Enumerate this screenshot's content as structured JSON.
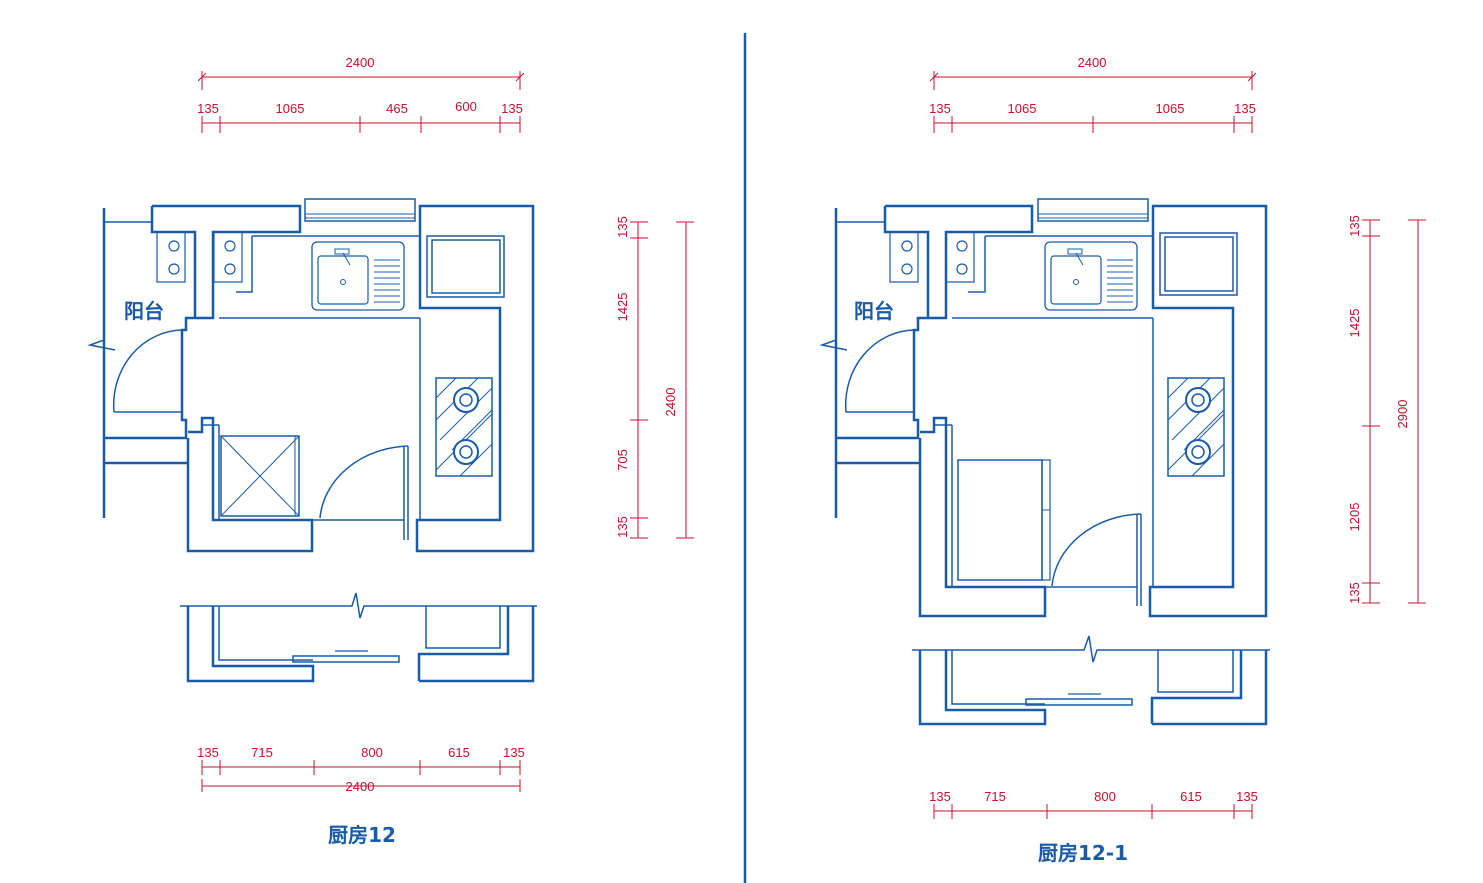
{
  "plans": [
    {
      "title": "厨房12",
      "balcony_label": "阳台",
      "top_total": "2400",
      "top_segments": [
        "135",
        "1065",
        "465",
        "600",
        "135"
      ],
      "right_segments": [
        "135",
        "1425",
        "705",
        "135"
      ],
      "right_total": "2400",
      "bottom_segments": [
        "135",
        "715",
        "800",
        "615",
        "135"
      ],
      "bottom_total": "2400"
    },
    {
      "title": "厨房12-1",
      "balcony_label": "阳台",
      "top_total": "2400",
      "top_segments": [
        "135",
        "1065",
        "1065",
        "135"
      ],
      "right_segments": [
        "135",
        "1425",
        "1205",
        "135"
      ],
      "right_total": "2900",
      "bottom_segments": [
        "135",
        "715",
        "800",
        "615",
        "135"
      ]
    }
  ],
  "colors": {
    "wall": "#1a5ba8",
    "dimension": "#c8102e"
  }
}
